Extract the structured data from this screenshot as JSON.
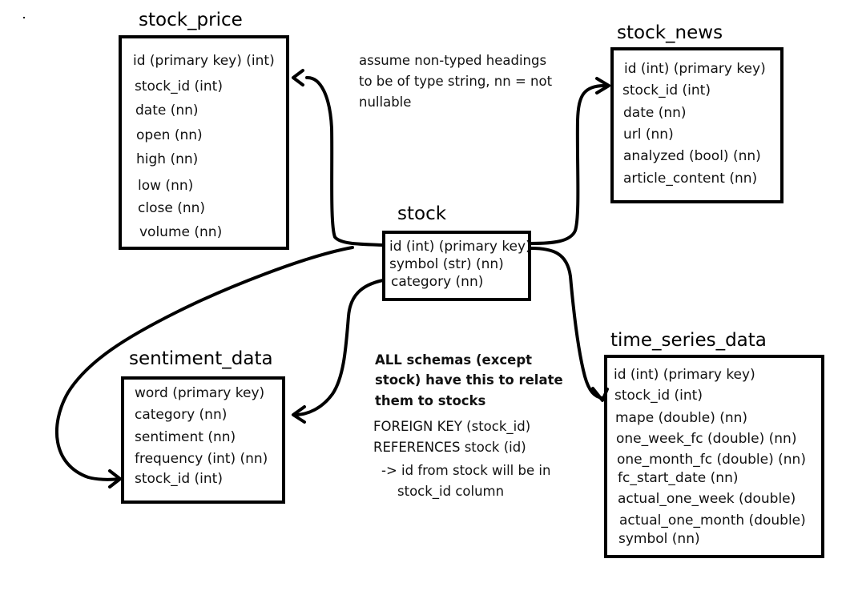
{
  "tables": {
    "stock_price": {
      "title": "stock_price",
      "fields": [
        "id (primary key) (int)",
        "stock_id (int)",
        "date (nn)",
        "open (nn)",
        "high (nn)",
        "low (nn)",
        "close (nn)",
        "volume (nn)"
      ]
    },
    "stock_news": {
      "title": "stock_news",
      "fields": [
        "id (int) (primary key)",
        "stock_id (int)",
        "date (nn)",
        "url (nn)",
        "analyzed (bool) (nn)",
        "article_content (nn)"
      ]
    },
    "stock": {
      "title": "stock",
      "fields": [
        "id (int) (primary key)",
        "symbol (str) (nn)",
        "category (nn)"
      ]
    },
    "sentiment_data": {
      "title": "sentiment_data",
      "fields": [
        "word (primary key)",
        "category (nn)",
        "sentiment (nn)",
        "frequency (int) (nn)",
        "stock_id (int)"
      ]
    },
    "time_series_data": {
      "title": "time_series_data",
      "fields": [
        "id (int) (primary key)",
        "stock_id (int)",
        "mape (double) (nn)",
        "one_week_fc (double) (nn)",
        "one_month_fc (double) (nn)",
        "fc_start_date (nn)",
        "actual_one_week (double)",
        "actual_one_month (double)",
        "symbol (nn)"
      ]
    }
  },
  "notes": {
    "types": [
      "assume non-typed headings",
      "to be of type string, nn = not",
      "nullable"
    ],
    "relations_bold": [
      "ALL schemas (except",
      "stock)  have this to relate",
      "them to stocks"
    ],
    "foreign_key": [
      "FOREIGN KEY (stock_id)",
      "REFERENCES stock (id)",
      "-> id from stock will be in",
      "stock_id column"
    ]
  }
}
